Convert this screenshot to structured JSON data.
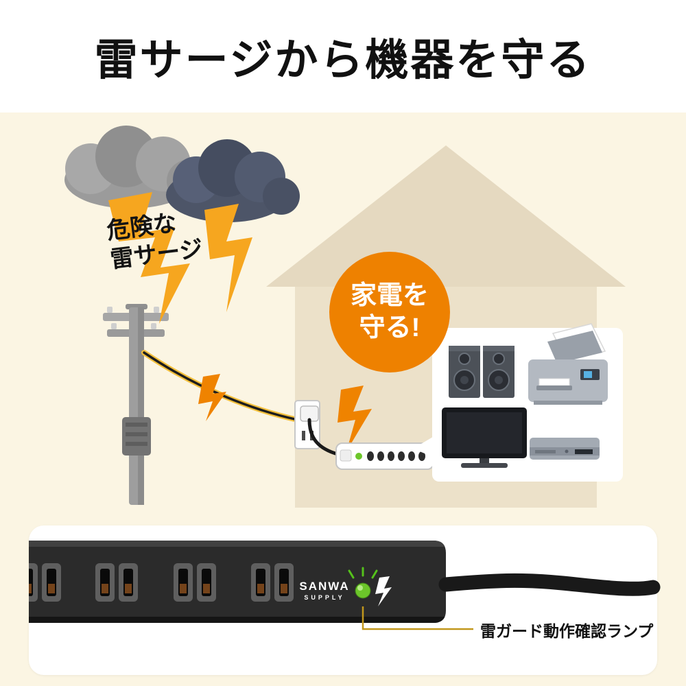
{
  "title": "雷サージから機器を守る",
  "scene": {
    "danger_label": {
      "line1": "危険な",
      "line2": "雷サージ"
    },
    "protect_badge": {
      "line1": "家電を",
      "line2": "守る!"
    }
  },
  "product": {
    "brand_line1": "SANWA",
    "brand_line2": "SUPPLY",
    "led_callout": "雷ガード動作確認ランプ"
  },
  "colors": {
    "cream": "#fbf5e3",
    "orange": "#ee8100",
    "lightning": "#f6a61f",
    "lightning_deep": "#ef8300",
    "house_roof": "#e5d9c0",
    "house_wall": "#ece1c9",
    "strip_body": "#2b2b2b",
    "led_green": "#6cc62a",
    "callout_line": "#c2971c"
  }
}
